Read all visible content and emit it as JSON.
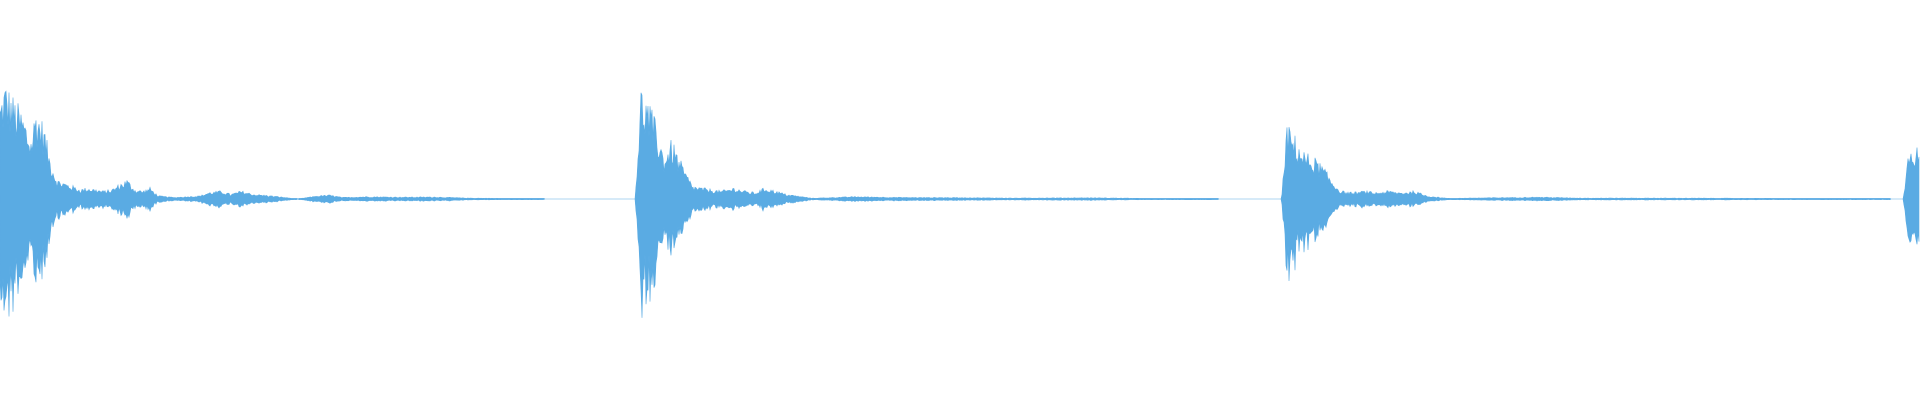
{
  "waveform": {
    "color": "#5aabe3",
    "background": "#ffffff",
    "duration_s": 7.4,
    "impacts": [
      {
        "onset_s": 0.0,
        "peak_amplitude": 0.71,
        "decay": [
          [
            0.0,
            0.6
          ],
          [
            0.02,
            0.71
          ],
          [
            0.05,
            0.62
          ],
          [
            0.09,
            0.52
          ],
          [
            0.12,
            0.38
          ],
          [
            0.14,
            0.56
          ],
          [
            0.17,
            0.45
          ],
          [
            0.19,
            0.28
          ],
          [
            0.22,
            0.12
          ],
          [
            0.25,
            0.1
          ],
          [
            0.28,
            0.08
          ],
          [
            0.31,
            0.06
          ],
          [
            0.34,
            0.07
          ],
          [
            0.37,
            0.06
          ],
          [
            0.4,
            0.05
          ],
          [
            0.43,
            0.06
          ],
          [
            0.46,
            0.09
          ],
          [
            0.49,
            0.12
          ],
          [
            0.52,
            0.06
          ],
          [
            0.55,
            0.05
          ],
          [
            0.58,
            0.07
          ],
          [
            0.61,
            0.02
          ],
          [
            0.67,
            0.01
          ],
          [
            0.77,
            0.02
          ],
          [
            0.8,
            0.04
          ],
          [
            0.85,
            0.05
          ],
          [
            0.89,
            0.03
          ],
          [
            0.93,
            0.05
          ],
          [
            0.98,
            0.03
          ],
          [
            1.05,
            0.02
          ],
          [
            1.15,
            0.0
          ],
          [
            1.22,
            0.02
          ],
          [
            1.27,
            0.025
          ],
          [
            1.32,
            0.01
          ],
          [
            1.42,
            0.015
          ],
          [
            1.55,
            0.012
          ],
          [
            1.68,
            0.013
          ],
          [
            1.8,
            0.006
          ],
          [
            2.0,
            0.003
          ],
          [
            2.1,
            0.0
          ]
        ]
      },
      {
        "onset_s": 2.45,
        "peak_amplitude": 0.67,
        "decay": [
          [
            0.0,
            0.1
          ],
          [
            0.02,
            0.67
          ],
          [
            0.05,
            0.58
          ],
          [
            0.08,
            0.46
          ],
          [
            0.11,
            0.27
          ],
          [
            0.14,
            0.36
          ],
          [
            0.16,
            0.28
          ],
          [
            0.19,
            0.17
          ],
          [
            0.22,
            0.08
          ],
          [
            0.25,
            0.07
          ],
          [
            0.29,
            0.06
          ],
          [
            0.33,
            0.05
          ],
          [
            0.38,
            0.07
          ],
          [
            0.42,
            0.05
          ],
          [
            0.46,
            0.04
          ],
          [
            0.5,
            0.07
          ],
          [
            0.54,
            0.05
          ],
          [
            0.58,
            0.03
          ],
          [
            0.62,
            0.02
          ],
          [
            0.68,
            0.005
          ],
          [
            0.85,
            0.015
          ],
          [
            0.95,
            0.012
          ],
          [
            1.05,
            0.01
          ],
          [
            1.25,
            0.009
          ],
          [
            1.45,
            0.006
          ],
          [
            1.75,
            0.008
          ],
          [
            2.0,
            0.003
          ],
          [
            2.25,
            0.0
          ]
        ]
      },
      {
        "onset_s": 4.94,
        "peak_amplitude": 0.45,
        "decay": [
          [
            0.0,
            0.05
          ],
          [
            0.02,
            0.45
          ],
          [
            0.05,
            0.38
          ],
          [
            0.09,
            0.28
          ],
          [
            0.12,
            0.26
          ],
          [
            0.16,
            0.2
          ],
          [
            0.19,
            0.12
          ],
          [
            0.23,
            0.05
          ],
          [
            0.27,
            0.04
          ],
          [
            0.32,
            0.05
          ],
          [
            0.36,
            0.04
          ],
          [
            0.41,
            0.05
          ],
          [
            0.46,
            0.04
          ],
          [
            0.51,
            0.05
          ],
          [
            0.56,
            0.02
          ],
          [
            0.64,
            0.004
          ],
          [
            0.85,
            0.009
          ],
          [
            1.0,
            0.012
          ],
          [
            1.15,
            0.006
          ],
          [
            1.35,
            0.006
          ],
          [
            1.7,
            0.005
          ],
          [
            2.1,
            0.003
          ],
          [
            2.35,
            0.0
          ]
        ]
      },
      {
        "onset_s": 7.34,
        "peak_amplitude": 0.38,
        "decay": [
          [
            0.0,
            0.05
          ],
          [
            0.02,
            0.38
          ],
          [
            0.04,
            0.33
          ],
          [
            0.06,
            0.3
          ]
        ]
      }
    ]
  }
}
